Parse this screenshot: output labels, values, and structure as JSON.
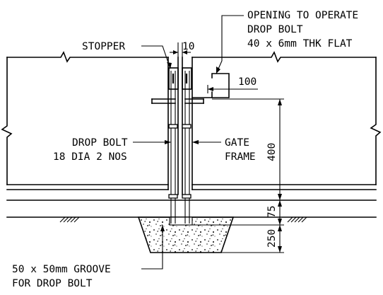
{
  "labels": {
    "stopper": "STOPPER",
    "gap_dim": "10",
    "opening_line1": "OPENING TO OPERATE",
    "opening_line2": "DROP BOLT",
    "opening_line3": "40 x 6mm THK FLAT",
    "offset_dim": "100",
    "drop_bolt_line1": "DROP BOLT",
    "drop_bolt_line2": "18 DIA 2 NOS",
    "gate_line1": "GATE",
    "gate_line2": "FRAME",
    "groove_line1": "50 x 50mm GROOVE",
    "groove_line2": "FOR DROP BOLT"
  },
  "dimensions": {
    "bolt_height": "400",
    "frame_depth": "75",
    "concrete_depth": "250"
  }
}
